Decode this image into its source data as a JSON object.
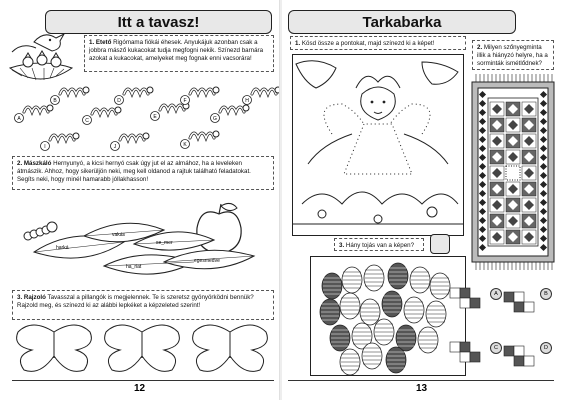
{
  "left_page": {
    "title": "Itt a tavasz!",
    "task1": {
      "head": "1. Etető",
      "text": "Rigómama fiókái éhesek. Anyukájuk azonban csak a jobbra másző kukacokat tudja megfogni nekik. Színezd barnára azokat a kukacokat, amelyeket meg fognak enni vacsorára!"
    },
    "worm_letters": [
      "A",
      "B",
      "C",
      "D",
      "E",
      "F",
      "G",
      "H",
      "I",
      "J",
      "K"
    ],
    "task2": {
      "head": "2. Mászkáló",
      "text": "Hernyunyó, a kicsi hernyó csak úgy jut el az almához, ha a leveleken átmászik. Ahhoz, hogy sikerüljön neki, meg kell oldanod a rajtuk található feladatokat. Segíts neki, hogy minél hamarabb jóllakhasson!"
    },
    "leaf_words": [
      "harká",
      "vakás",
      "se_mer",
      "ha_riat",
      "egesmedve"
    ],
    "task3": {
      "head": "3. Rajzoló",
      "text": "Tavasszal a pillangók is megjelennek. Te is szeretsz gyönyörködni bennük? Rajzold meg, és színezd ki az alábbi lepkéket a képzeleted szerint!"
    },
    "page_number": "12"
  },
  "right_page": {
    "title": "Tarkabarka",
    "task1": {
      "head": "1.",
      "text": "Kösd össze a pontokat, majd színezd ki a képet!"
    },
    "task2": {
      "head": "2.",
      "text": "Milyen szőnyegminta illik a hiányzó helyre, ha a sorminták ismétlődnek?"
    },
    "task3": {
      "head": "3.",
      "text": "Hány tojás van a képen?"
    },
    "options": [
      "A",
      "B",
      "C",
      "D"
    ],
    "page_number": "13"
  }
}
